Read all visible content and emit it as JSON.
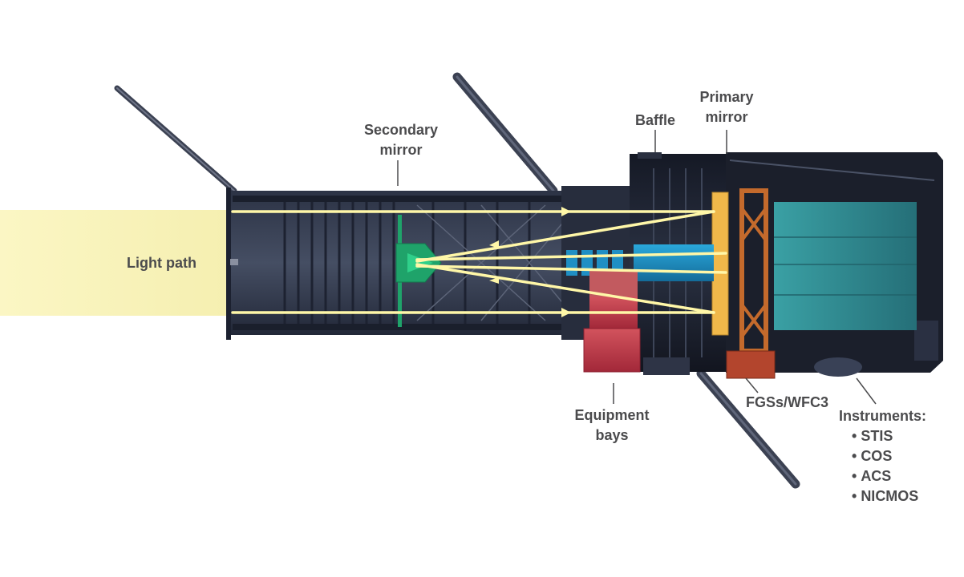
{
  "labels": {
    "light_path": "Light path",
    "secondary_mirror": [
      "Secondary",
      "mirror"
    ],
    "baffle": "Baffle",
    "primary_mirror": [
      "Primary",
      "mirror"
    ],
    "equipment_bays": [
      "Equipment",
      "bays"
    ],
    "fgs_wfc3": "FGSs/WFC3",
    "instruments": {
      "title": "Instruments:",
      "items": [
        "STIS",
        "COS",
        "ACS",
        "NICMOS"
      ]
    }
  },
  "colors": {
    "background": "#ffffff",
    "label_text": "#4b4b4d",
    "light_beam": "#fbf6c4",
    "light_ray": "#fff9b8",
    "telescope_body": "#1f2433",
    "telescope_dark": "#161a26",
    "secondary_mirror": "#1fa36a",
    "primary_mirror": "#f0b84a",
    "blue_instrument": "#1f8fc4",
    "teal_instrument": "#2e8c92",
    "equipment_bays": "#c03a4a",
    "fgs_box": "#b3452d"
  }
}
